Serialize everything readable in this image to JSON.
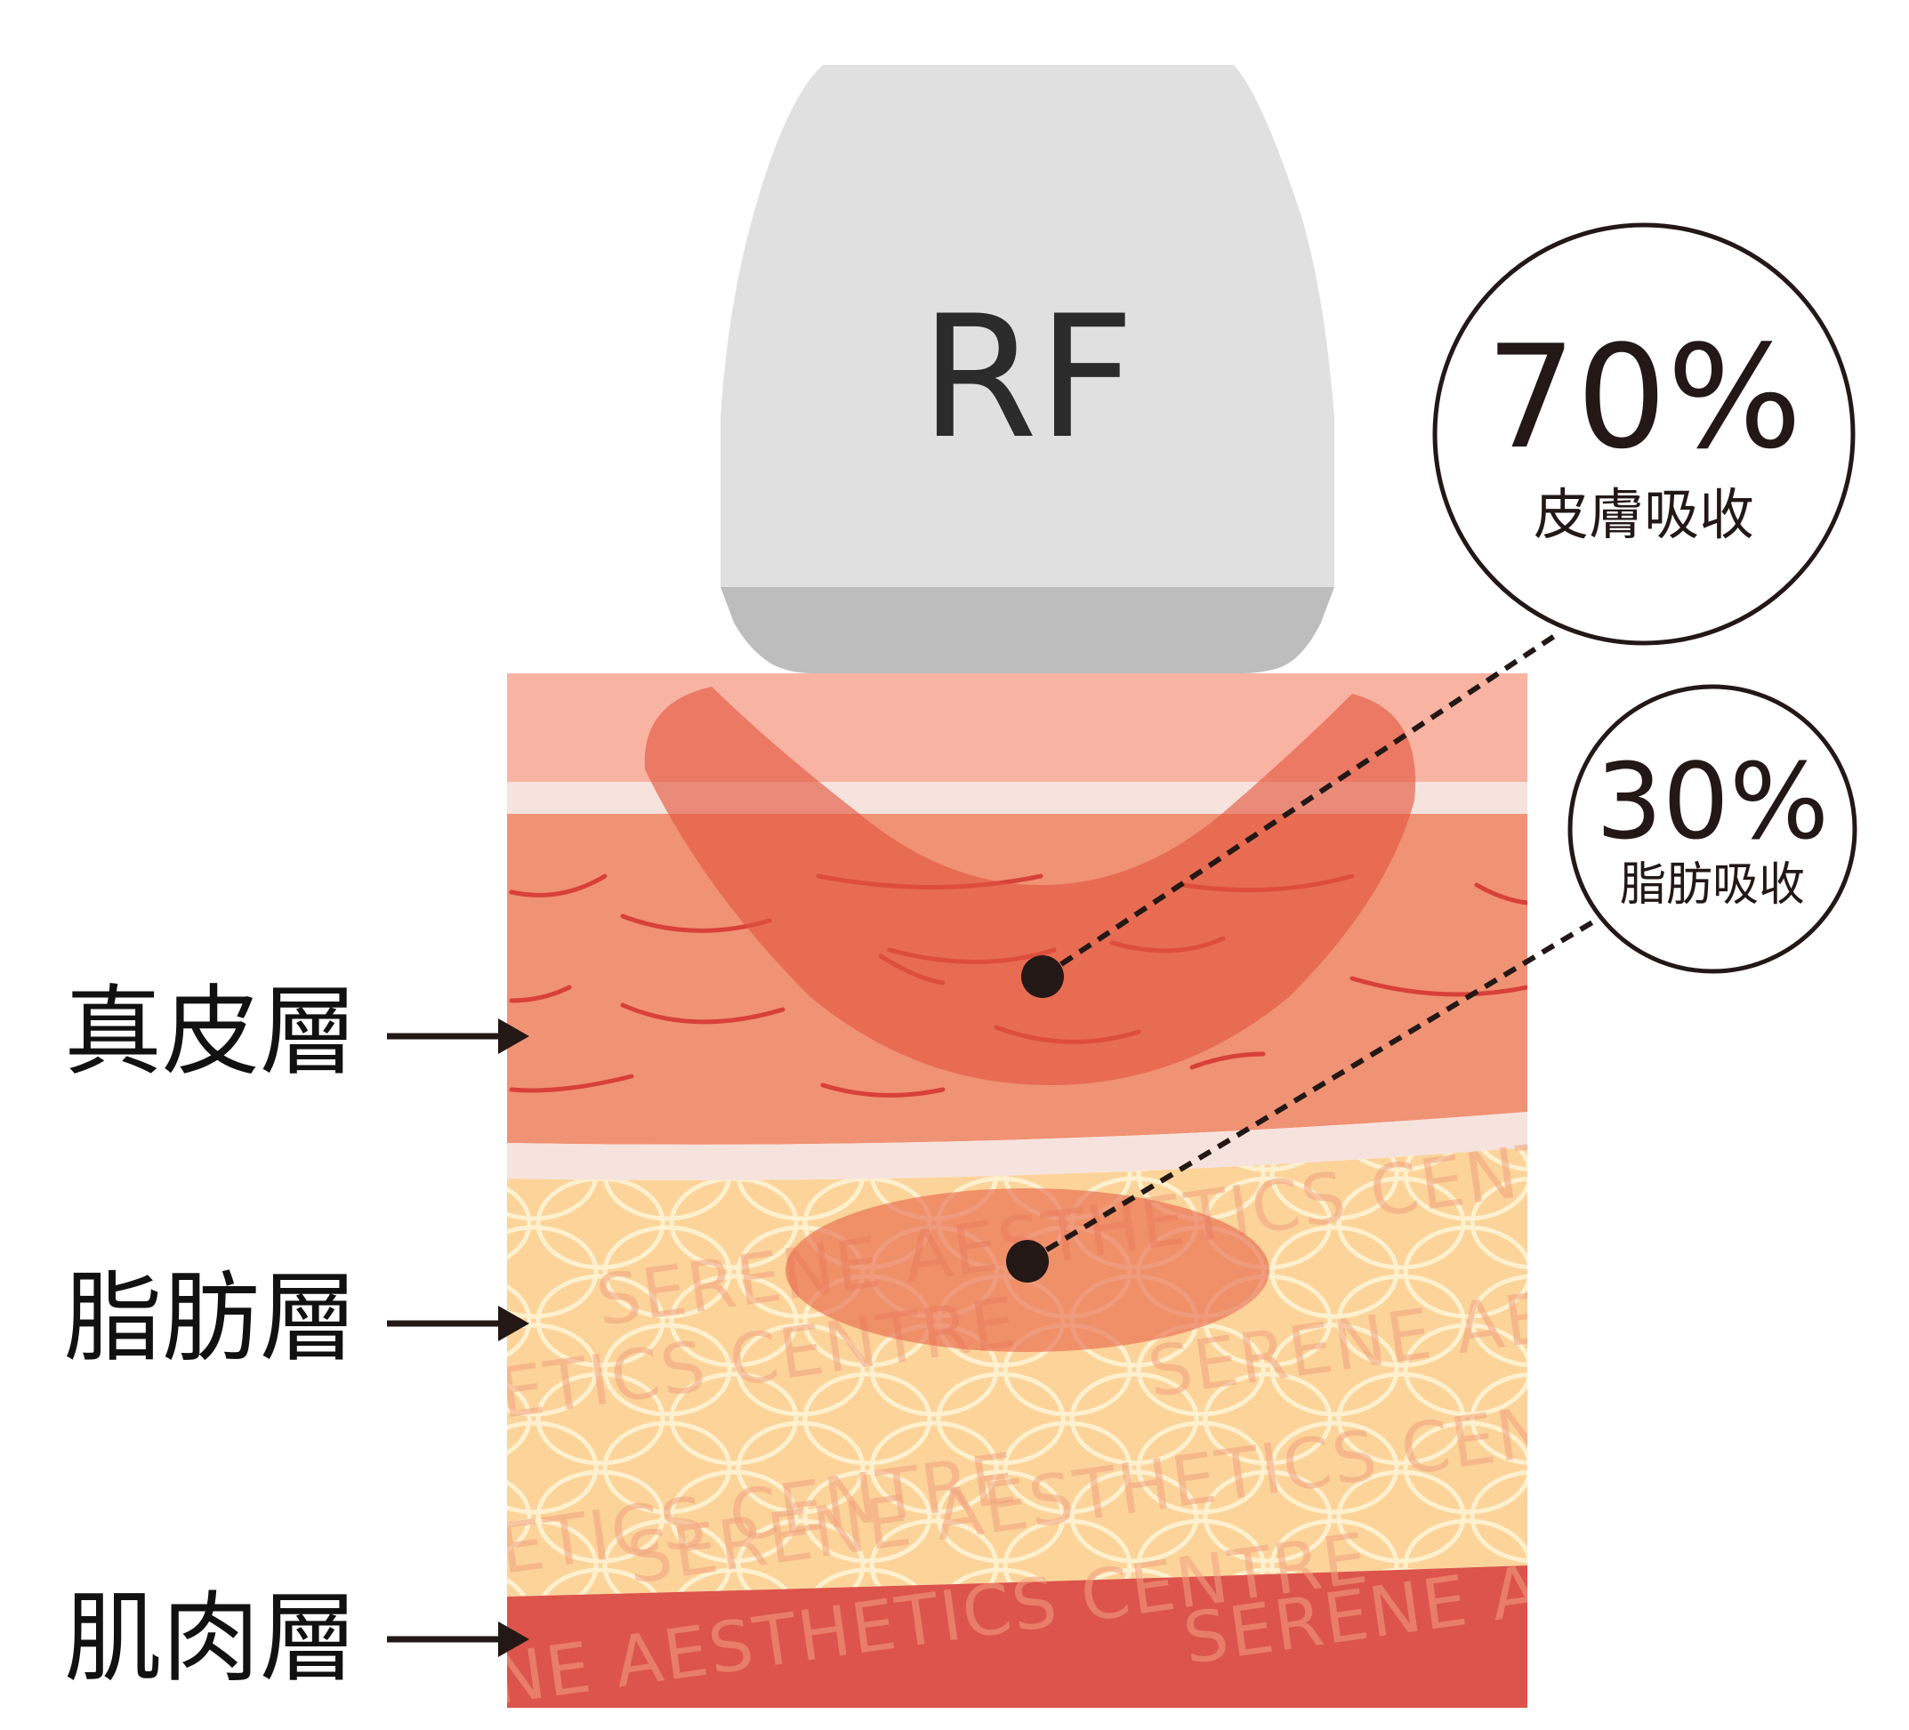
{
  "device": {
    "label": "RF"
  },
  "layers": [
    {
      "id": "dermis",
      "label": "真皮層",
      "color": "#f09274"
    },
    {
      "id": "fat",
      "label": "脂肪層",
      "color": "#fcd49a"
    },
    {
      "id": "muscle",
      "label": "肌肉層",
      "color": "#dc544b"
    }
  ],
  "callouts": [
    {
      "id": "skin",
      "percent": "70%",
      "caption": "皮膚吸收"
    },
    {
      "id": "fat",
      "percent": "30%",
      "caption": "脂肪吸收"
    }
  ],
  "watermark": {
    "line1": "SERENE AESTHETICS CENTRE",
    "line2": "SERENE AESTHETICS CENTRE",
    "line3": "SERENE AESTHETICS CENTRE",
    "line4": "SERENE AESTHETICS CENTRE",
    "line5": "SERENE AESTHETICS CENTRE",
    "line6": "SERENE AESTHETICS CENTRE",
    "line7": "SERENE AESTHETICS CENTRE"
  },
  "colors": {
    "device_body": "#e0e0e0",
    "device_base": "#bdbdbd",
    "epidermis": "#f9b3a2",
    "dermis": "#f09274",
    "fat": "#fcd49a",
    "muscle": "#dc544b",
    "heat_zone": "#e2553e",
    "ink": "#231816"
  }
}
